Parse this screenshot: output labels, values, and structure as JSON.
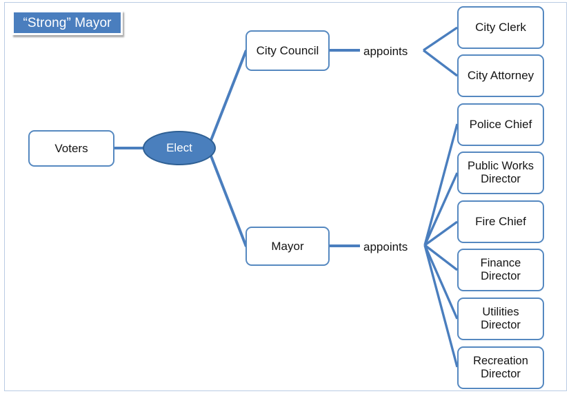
{
  "slide": {
    "title": "“Strong” Mayor",
    "accent_color": "#4a7ebe",
    "box_border_color": "#5588c0",
    "connector_color": "#4a7ebe",
    "frame_color": "#b9cbe3",
    "background_color": "#ffffff"
  },
  "nodes": {
    "voters": {
      "label": "Voters"
    },
    "elect": {
      "label": "Elect"
    },
    "city_council": {
      "label": "City Council"
    },
    "mayor": {
      "label": "Mayor"
    }
  },
  "edge_labels": {
    "council_appoints": "appoints",
    "mayor_appoints": "appoints"
  },
  "council_appointees": [
    {
      "label": "City Clerk"
    },
    {
      "label": "City Attorney"
    }
  ],
  "mayor_appointees": [
    {
      "label": "Police Chief"
    },
    {
      "label": "Public Works Director",
      "line1": "Public Works",
      "line2": "Director"
    },
    {
      "label": "Fire Chief"
    },
    {
      "label": "Finance Director",
      "line1": "Finance",
      "line2": "Director"
    },
    {
      "label": "Utilities Director",
      "line1": "Utilities",
      "line2": "Director"
    },
    {
      "label": "Recreation Director",
      "line1": "Recreation",
      "line2": "Director"
    }
  ]
}
